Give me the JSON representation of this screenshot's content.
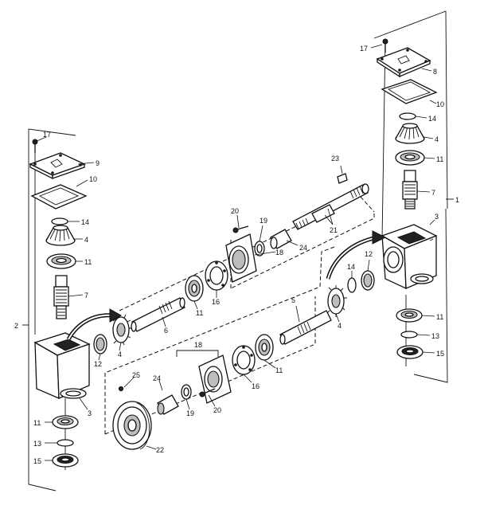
{
  "labels": [
    {
      "id": "lbl-17-right",
      "text": "17"
    },
    {
      "id": "lbl-8-right",
      "text": "8"
    },
    {
      "id": "lbl-10-right",
      "text": "10"
    },
    {
      "id": "lbl-14-right",
      "text": "14"
    },
    {
      "id": "lbl-4-right",
      "text": "4"
    },
    {
      "id": "lbl-11-right-top",
      "text": "11"
    },
    {
      "id": "lbl-7-right",
      "text": "7"
    },
    {
      "id": "lbl-1",
      "text": "1"
    },
    {
      "id": "lbl-3-right",
      "text": "3"
    },
    {
      "id": "lbl-12-right",
      "text": "12"
    },
    {
      "id": "lbl-14-mid",
      "text": "14"
    },
    {
      "id": "lbl-11-right-bot",
      "text": "11"
    },
    {
      "id": "lbl-13-right",
      "text": "13"
    },
    {
      "id": "lbl-15-right",
      "text": "15"
    },
    {
      "id": "lbl-23",
      "text": "23"
    },
    {
      "id": "lbl-21",
      "text": "21"
    },
    {
      "id": "lbl-24-top",
      "text": "24"
    },
    {
      "id": "lbl-19-top",
      "text": "19"
    },
    {
      "id": "lbl-20-top",
      "text": "20"
    },
    {
      "id": "lbl-18-top",
      "text": "18"
    },
    {
      "id": "lbl-16-top",
      "text": "16"
    },
    {
      "id": "lbl-11-mid",
      "text": "11"
    },
    {
      "id": "lbl-6",
      "text": "6"
    },
    {
      "id": "lbl-4-mid",
      "text": "4"
    },
    {
      "id": "lbl-12-left",
      "text": "12"
    },
    {
      "id": "lbl-5",
      "text": "5"
    },
    {
      "id": "lbl-4-lower",
      "text": "4"
    },
    {
      "id": "lbl-11-lower",
      "text": "11"
    },
    {
      "id": "lbl-16-lower",
      "text": "16"
    },
    {
      "id": "lbl-18-lower",
      "text": "18"
    },
    {
      "id": "lbl-25",
      "text": "25"
    },
    {
      "id": "lbl-24-lower",
      "text": "24"
    },
    {
      "id": "lbl-19-lower",
      "text": "19"
    },
    {
      "id": "lbl-20-lower",
      "text": "20"
    },
    {
      "id": "lbl-22",
      "text": "22"
    },
    {
      "id": "lbl-17-left",
      "text": "17"
    },
    {
      "id": "lbl-9",
      "text": "9"
    },
    {
      "id": "lbl-10-left",
      "text": "10"
    },
    {
      "id": "lbl-14-left",
      "text": "14"
    },
    {
      "id": "lbl-4-left",
      "text": "4"
    },
    {
      "id": "lbl-11-left-top",
      "text": "11"
    },
    {
      "id": "lbl-7-left",
      "text": "7"
    },
    {
      "id": "lbl-2",
      "text": "2"
    },
    {
      "id": "lbl-3-left",
      "text": "3"
    },
    {
      "id": "lbl-11-left-bot",
      "text": "11"
    },
    {
      "id": "lbl-13-left",
      "text": "13"
    },
    {
      "id": "lbl-15-left",
      "text": "15"
    }
  ]
}
